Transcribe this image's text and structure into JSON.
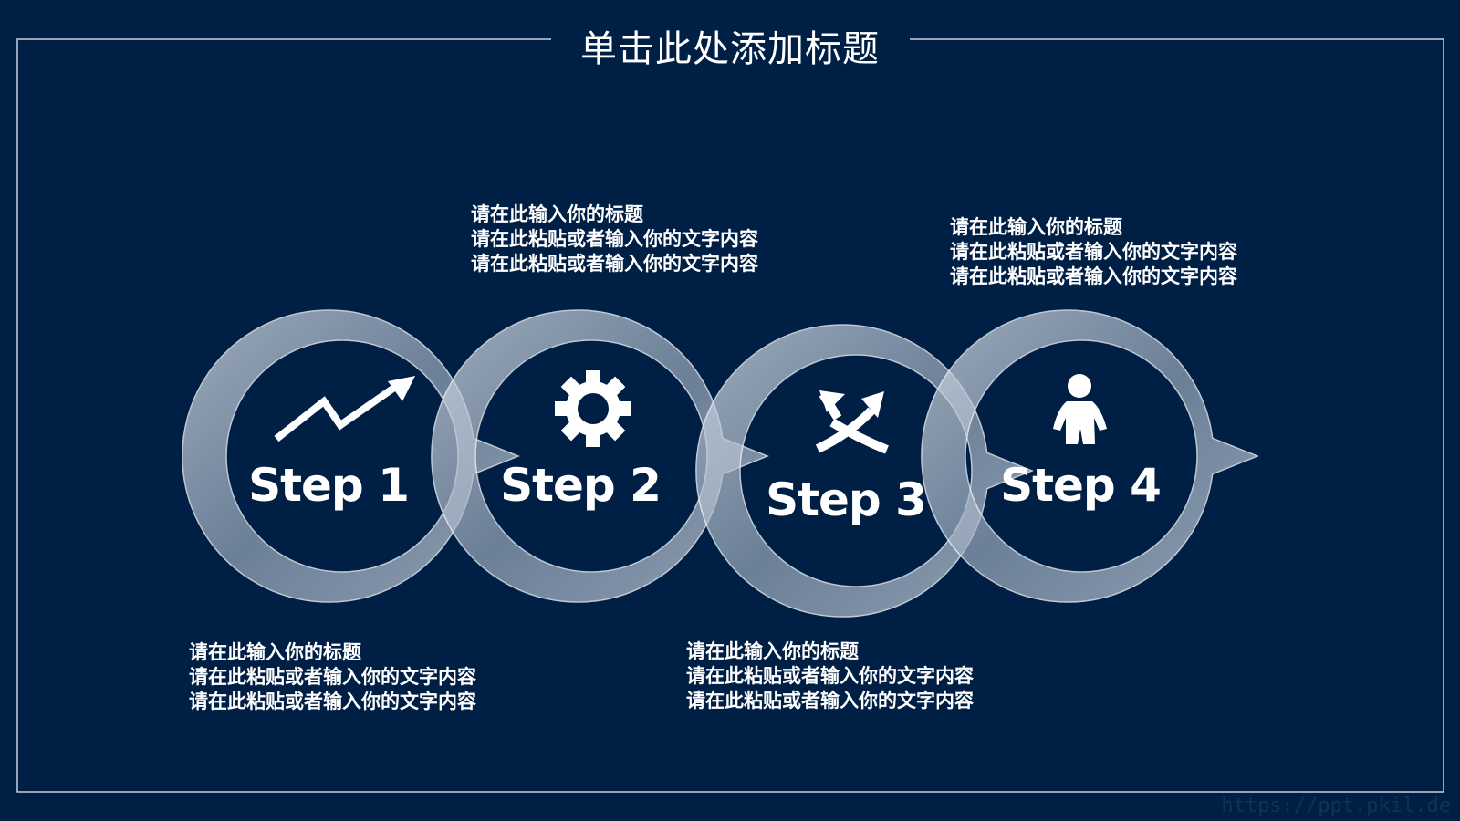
{
  "slide": {
    "title": "单击此处添加标题"
  },
  "steps": [
    {
      "label": "Step 1",
      "icon": "trend-arrow-icon",
      "text": {
        "heading": "请在此输入你的标题",
        "line1": "请在此粘贴或者输入你的文字内容",
        "line2": "请在此粘贴或者输入你的文字内容"
      }
    },
    {
      "label": "Step 2",
      "icon": "gear-icon",
      "text": {
        "heading": "请在此输入你的标题",
        "line1": "请在此粘贴或者输入你的文字内容",
        "line2": "请在此粘贴或者输入你的文字内容"
      }
    },
    {
      "label": "Step 3",
      "icon": "crossing-arrows-icon",
      "text": {
        "heading": "请在此输入你的标题",
        "line1": "请在此粘贴或者输入你的文字内容",
        "line2": "请在此粘贴或者输入你的文字内容"
      }
    },
    {
      "label": "Step 4",
      "icon": "person-icon",
      "text": {
        "heading": "请在此输入你的标题",
        "line1": "请在此粘贴或者输入你的文字内容",
        "line2": "请在此粘贴或者输入你的文字内容"
      }
    }
  ],
  "watermark": "https://ppt.pkil.de",
  "colors": {
    "background": "#001f44",
    "ring": "#b8c4d2",
    "text": "#ffffff"
  }
}
